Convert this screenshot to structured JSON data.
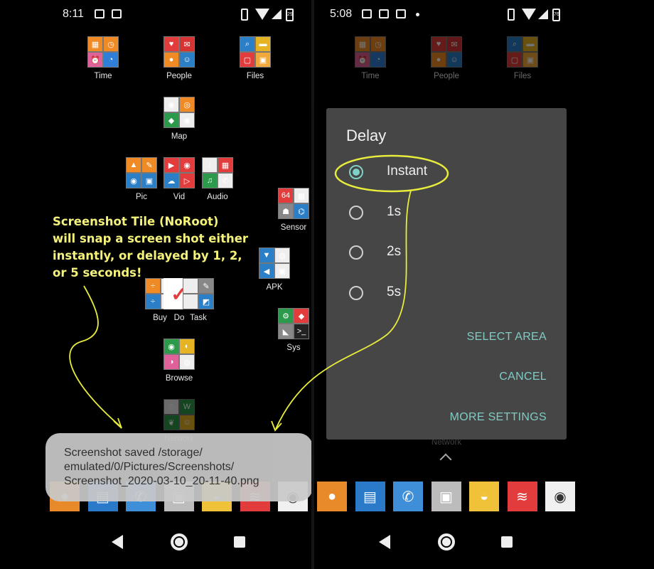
{
  "left_phone": {
    "status_time": "8:11",
    "battery": "29",
    "tiles": [
      {
        "label": "Time",
        "colors": [
          "#f08a24",
          "#f08a24",
          "#e0619a",
          "#2f7fd8"
        ],
        "glyphs": [
          "▦",
          "◷",
          "⏰",
          "◔"
        ]
      },
      {
        "label": "People",
        "colors": [
          "#e23c3c",
          "#d63333",
          "#f08a24",
          "#2b7fc7"
        ],
        "glyphs": [
          "♥",
          "✉",
          "●",
          "☺"
        ]
      },
      {
        "label": "Files",
        "colors": [
          "#2b7fc7",
          "#e6b422",
          "#e23c3c",
          "#f2a93b"
        ],
        "glyphs": [
          "⌕",
          "▬",
          "▢",
          "▣"
        ]
      },
      {
        "label": "Map",
        "colors": [
          "#eeeeee",
          "#f08a24",
          "#2b9a4a",
          "#eeeeee"
        ],
        "glyphs": [
          "◉",
          "◎",
          "◆",
          "◉"
        ]
      },
      {
        "label": "Pic",
        "colors": [
          "#f08a24",
          "#f08a24",
          "#2b7fc7",
          "#2b7fc7"
        ],
        "glyphs": [
          "▲",
          "✎",
          "◉",
          "▣"
        ]
      },
      {
        "label": "Vid",
        "colors": [
          "#e23c3c",
          "#e23c3c",
          "#2b7fc7",
          "#e23c3c"
        ],
        "glyphs": [
          "▶",
          "◉",
          "☁",
          "▷"
        ]
      },
      {
        "label": "Audio",
        "colors": [
          "#eeeeee",
          "#e23c3c",
          "#2b9a4a",
          "#eeeeee"
        ],
        "glyphs": [
          "♪",
          "▦",
          "♫",
          "✆"
        ]
      },
      {
        "label": "Sensor",
        "colors": [
          "#e23c3c",
          "#eeeeee",
          "#888888",
          "#2b7fc7"
        ],
        "glyphs": [
          "64",
          "▦",
          "☗",
          "⌬"
        ]
      },
      {
        "label": "APK",
        "colors": [
          "#2b7fc7",
          "#eeeeee",
          "#2b7fc7",
          "#eeeeee"
        ],
        "glyphs": [
          "▼",
          "◍",
          "◀",
          "▣"
        ]
      },
      {
        "label": "Buy",
        "colors": [
          "#f08a24",
          "#eeeeee",
          "#2b7fc7",
          "#eeeeee"
        ],
        "glyphs": [
          "÷",
          "",
          "÷",
          ""
        ]
      },
      {
        "label": "Do",
        "colors": [
          "#ffffff",
          "#ffffff",
          "#ffffff",
          "#ffffff"
        ],
        "glyphs": [
          "",
          "",
          "",
          ""
        ]
      },
      {
        "label": "Task",
        "colors": [
          "#eeeeee",
          "#888888",
          "#eeeeee",
          "#2b7fc7"
        ],
        "glyphs": [
          "",
          "✎",
          "",
          "◩"
        ]
      },
      {
        "label": "Sys",
        "colors": [
          "#2b9a4a",
          "#e23c3c",
          "#888888",
          "#222222"
        ],
        "glyphs": [
          "⚙",
          "◆",
          "◣",
          ">_"
        ]
      },
      {
        "label": "Browse",
        "colors": [
          "#2b9a4a",
          "#e6b422",
          "#e0619a",
          "#eeeeee"
        ],
        "glyphs": [
          "◉",
          "◐",
          "◑",
          "◍"
        ]
      },
      {
        "label": "Network",
        "colors": [
          "#eeeeee",
          "#2b9a4a",
          "#2b9a4a",
          "#e6b422"
        ],
        "glyphs": [
          "✆",
          "W",
          "❦",
          "☺"
        ]
      }
    ],
    "caption_lines": [
      "Screenshot Tile (NoRoot)",
      "will snap a screen shot either",
      "instantly, or delayed by 1, 2,",
      "or 5 seconds!"
    ],
    "toast_lines": [
      "Screenshot saved /storage/",
      "emulated/0/Pictures/Screenshots/",
      "Screenshot_2020-03-10_20-11-40.png"
    ]
  },
  "right_phone": {
    "status_time": "5:08",
    "battery": "76",
    "tiles": [
      {
        "label": "Time"
      },
      {
        "label": "People"
      },
      {
        "label": "Files"
      },
      {
        "label": "Network"
      }
    ],
    "dialog": {
      "title": "Delay",
      "options": [
        {
          "label": "Instant",
          "selected": true
        },
        {
          "label": "1s",
          "selected": false
        },
        {
          "label": "2s",
          "selected": false
        },
        {
          "label": "5s",
          "selected": false
        }
      ],
      "buttons": [
        "SELECT AREA",
        "CANCEL",
        "MORE SETTINGS"
      ]
    }
  },
  "dock_icons": [
    {
      "name": "contacts",
      "color": "#e98a2a",
      "glyph": "●"
    },
    {
      "name": "messages",
      "color": "#2b79c9",
      "glyph": "▤"
    },
    {
      "name": "phone",
      "color": "#3f8fd8",
      "glyph": "✆"
    },
    {
      "name": "folder",
      "color": "#bcbcbc",
      "glyph": "▣"
    },
    {
      "name": "launcher",
      "color": "#f0c23a",
      "glyph": "◒"
    },
    {
      "name": "recorder",
      "color": "#e23c3c",
      "glyph": "≋"
    },
    {
      "name": "camera",
      "color": "#f0f0f0",
      "glyph": "◉"
    }
  ],
  "colors": {
    "accent": "#80cbc4",
    "annotation": "#f4f27a",
    "dialog_bg": "#464646"
  }
}
